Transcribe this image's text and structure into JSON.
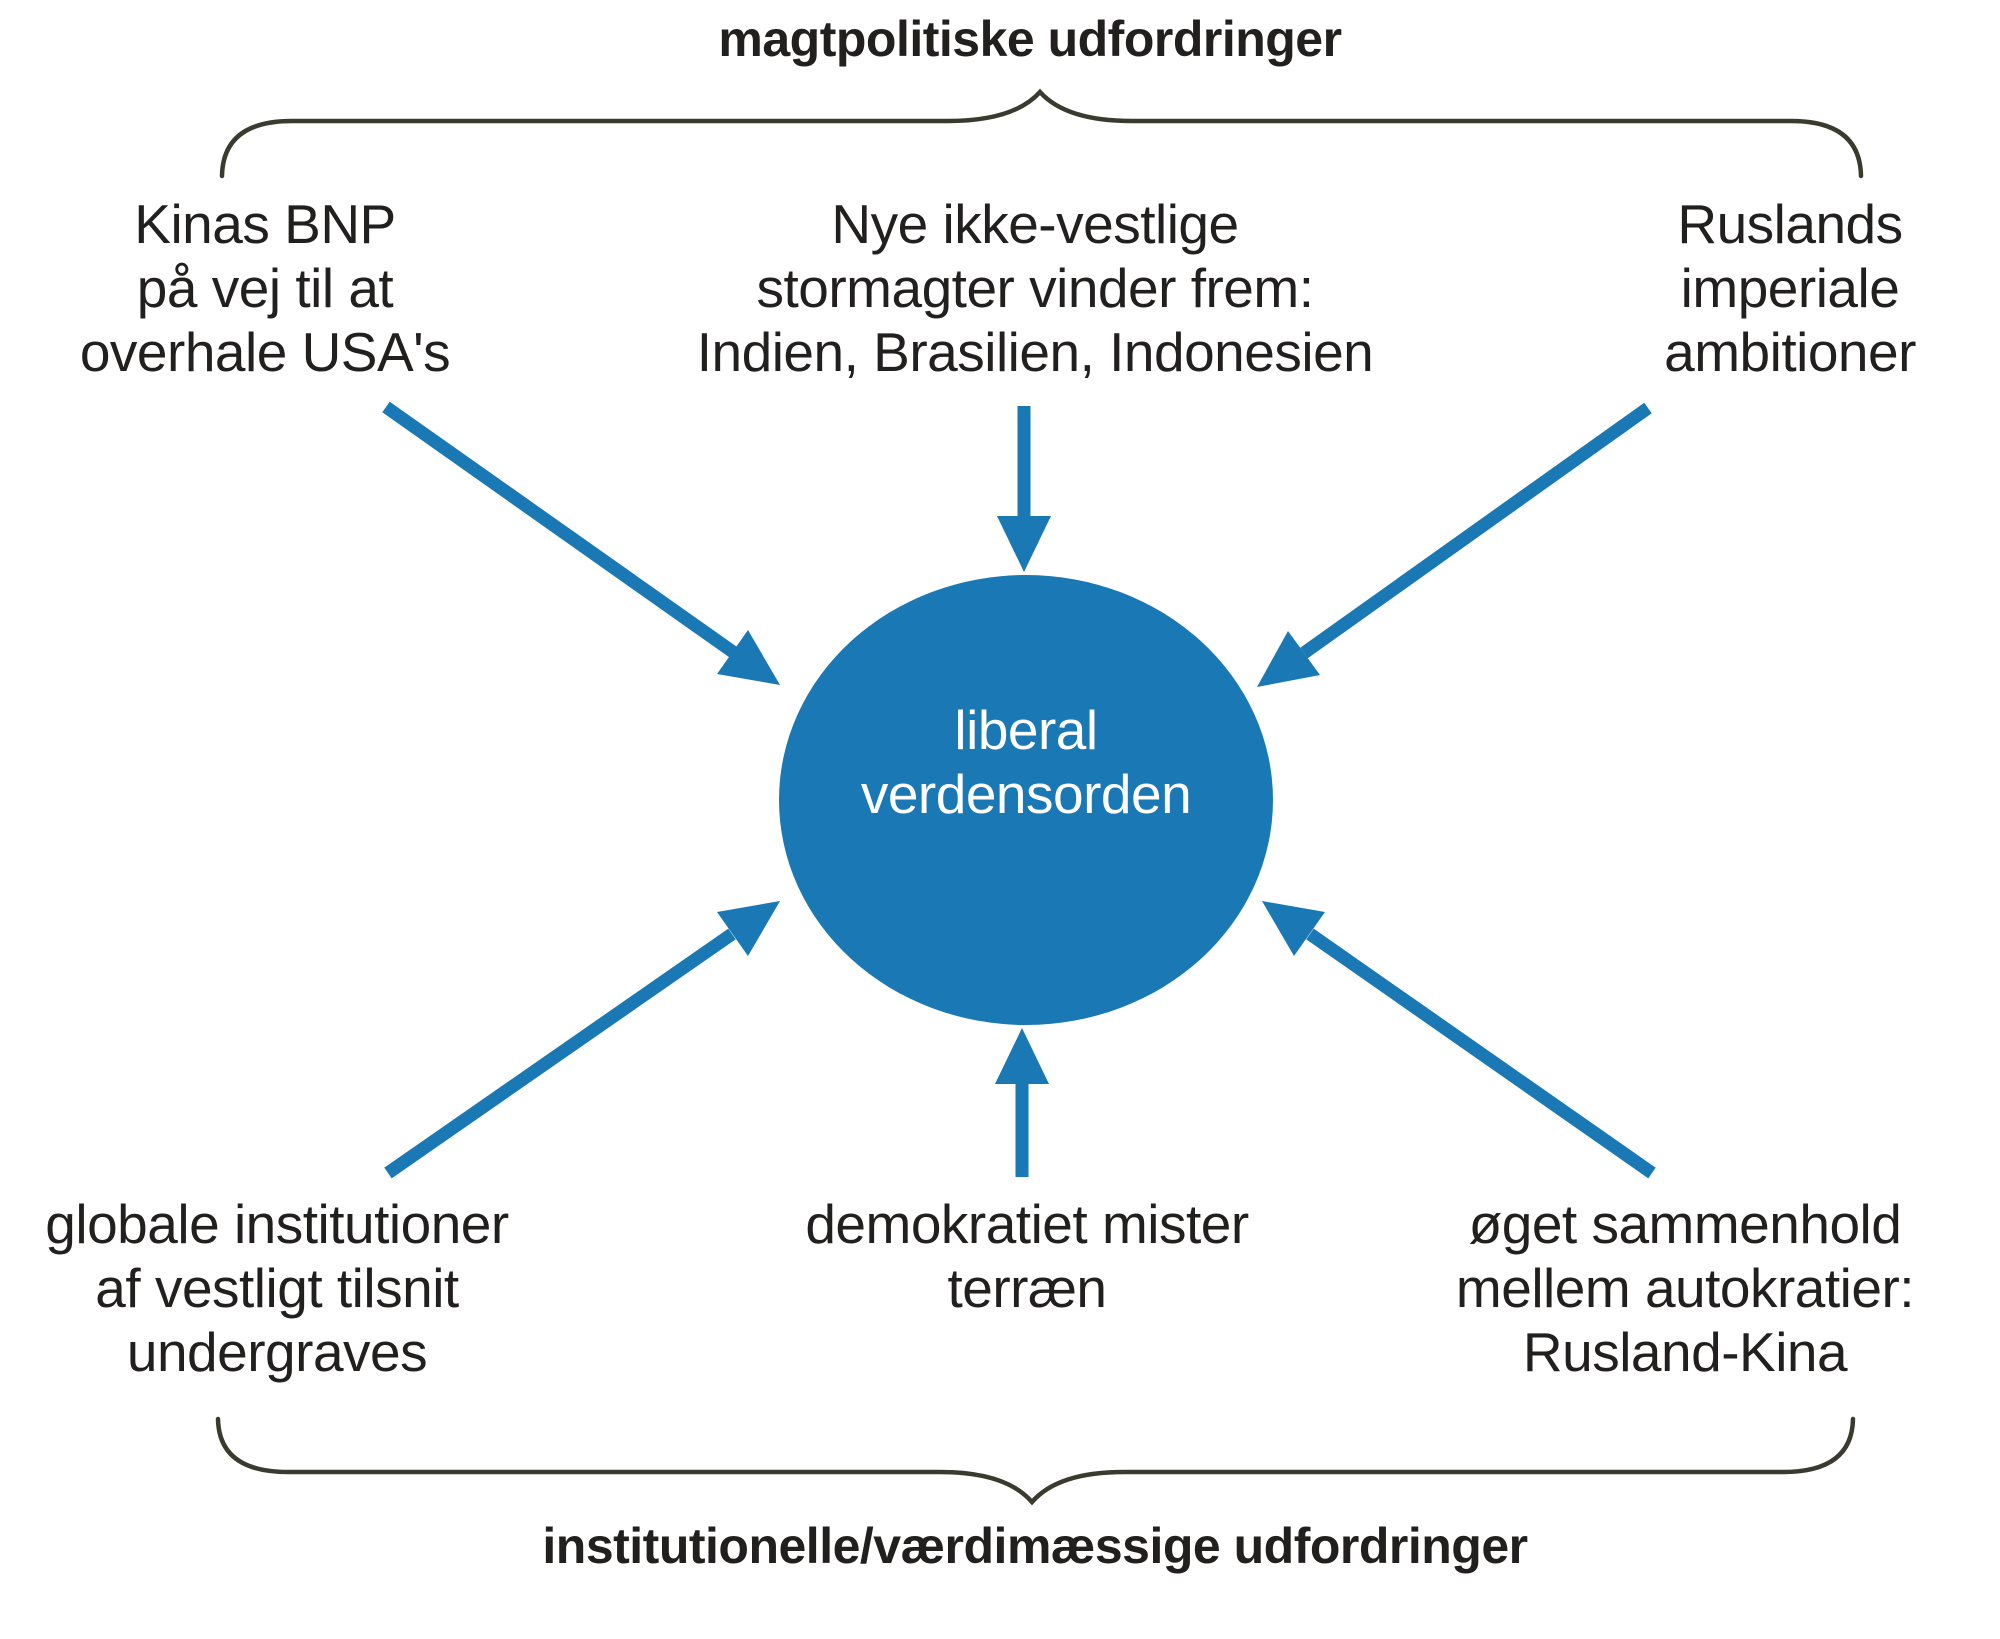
{
  "titles": {
    "top": "magtpolitiske udfordringer",
    "bottom": "institutionelle/værdimæssige udfordringer"
  },
  "center": {
    "lines": [
      "liberal",
      "verdensorden"
    ]
  },
  "factors": {
    "top_left": {
      "lines": [
        "Kinas BNP",
        "på vej til at",
        "overhale USA's"
      ]
    },
    "top_center": {
      "lines": [
        "Nye ikke-vestlige",
        "stormagter vinder frem:",
        "Indien, Brasilien, Indonesien"
      ]
    },
    "top_right": {
      "lines": [
        "Ruslands",
        "imperiale",
        "ambitioner"
      ]
    },
    "bottom_left": {
      "lines": [
        "globale institutioner",
        "af vestligt tilsnit",
        "undergraves"
      ]
    },
    "bottom_center": {
      "lines": [
        "demokratiet mister",
        "terræn"
      ]
    },
    "bottom_right": {
      "lines": [
        "øget sammenhold",
        "mellem autokratier:",
        "Rusland-Kina"
      ]
    }
  },
  "colors": {
    "accent_blue": "#1a78b4",
    "brace": "#3a3a2e",
    "text": "#221f1f",
    "center_text": "#ffffff",
    "background": "#ffffff"
  }
}
